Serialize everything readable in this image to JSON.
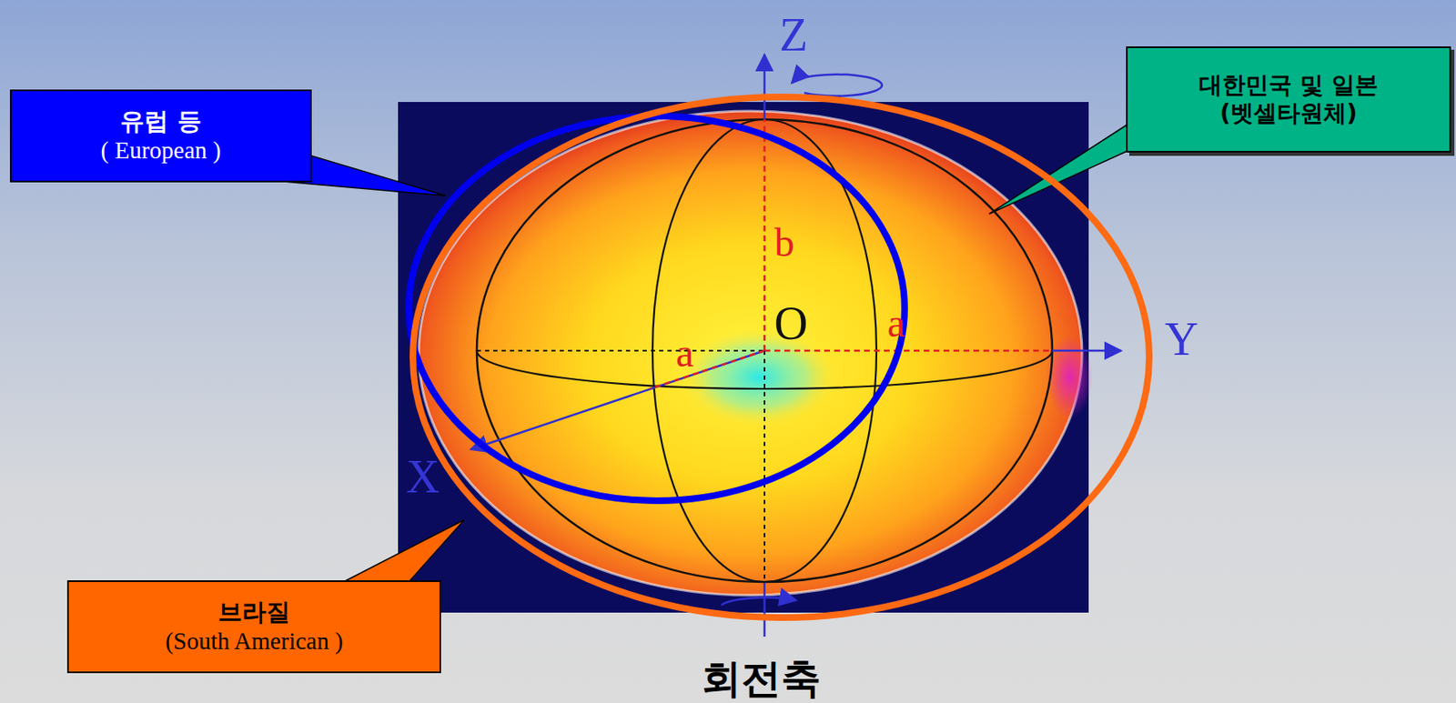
{
  "diagram": {
    "nodes": [
      {
        "text": [
          "유럽 등",
          "( European )"
        ]
      },
      {
        "text": [
          "대한민국 및 일본",
          "(벳셀타원체)"
        ]
      },
      {
        "text": [
          "브라질",
          "(South American )"
        ]
      }
    ],
    "labels": [
      "Z",
      "Y",
      "X",
      "b",
      "a",
      "O",
      "a",
      "회전축"
    ]
  }
}
